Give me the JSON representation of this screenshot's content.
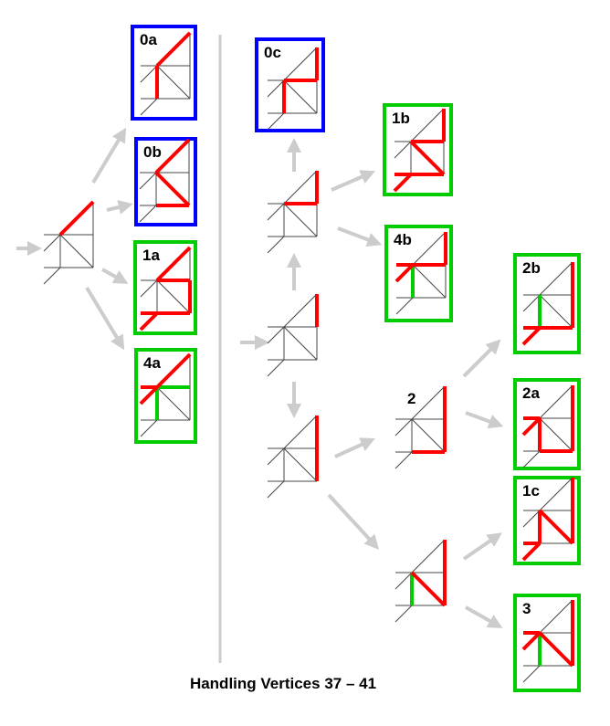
{
  "title": "Handling Vertices 37 – 41",
  "colors": {
    "red": "#ff0000",
    "green": "#00cc00",
    "blue": "#0000ff",
    "box_green": "#00cc00",
    "arrow": "#cccccc",
    "line": "#444444"
  },
  "glyphs": [
    {
      "id": "start",
      "label": "",
      "box": "none"
    },
    {
      "id": "0a",
      "label": "0a",
      "box": "blue"
    },
    {
      "id": "0b",
      "label": "0b",
      "box": "blue"
    },
    {
      "id": "1a",
      "label": "1a",
      "box": "green"
    },
    {
      "id": "4a",
      "label": "4a",
      "box": "green"
    },
    {
      "id": "0c",
      "label": "0c",
      "box": "blue"
    },
    {
      "id": "mid-upper",
      "label": "",
      "box": "none"
    },
    {
      "id": "1b",
      "label": "1b",
      "box": "green"
    },
    {
      "id": "4b",
      "label": "4b",
      "box": "green"
    },
    {
      "id": "mid",
      "label": "",
      "box": "none"
    },
    {
      "id": "mid-lower",
      "label": "",
      "box": "none"
    },
    {
      "id": "2",
      "label": "2",
      "box": "none"
    },
    {
      "id": "lower",
      "label": "",
      "box": "none"
    },
    {
      "id": "2b",
      "label": "2b",
      "box": "green"
    },
    {
      "id": "2a",
      "label": "2a",
      "box": "green"
    },
    {
      "id": "1c",
      "label": "1c",
      "box": "green"
    },
    {
      "id": "3",
      "label": "3",
      "box": "green"
    }
  ]
}
